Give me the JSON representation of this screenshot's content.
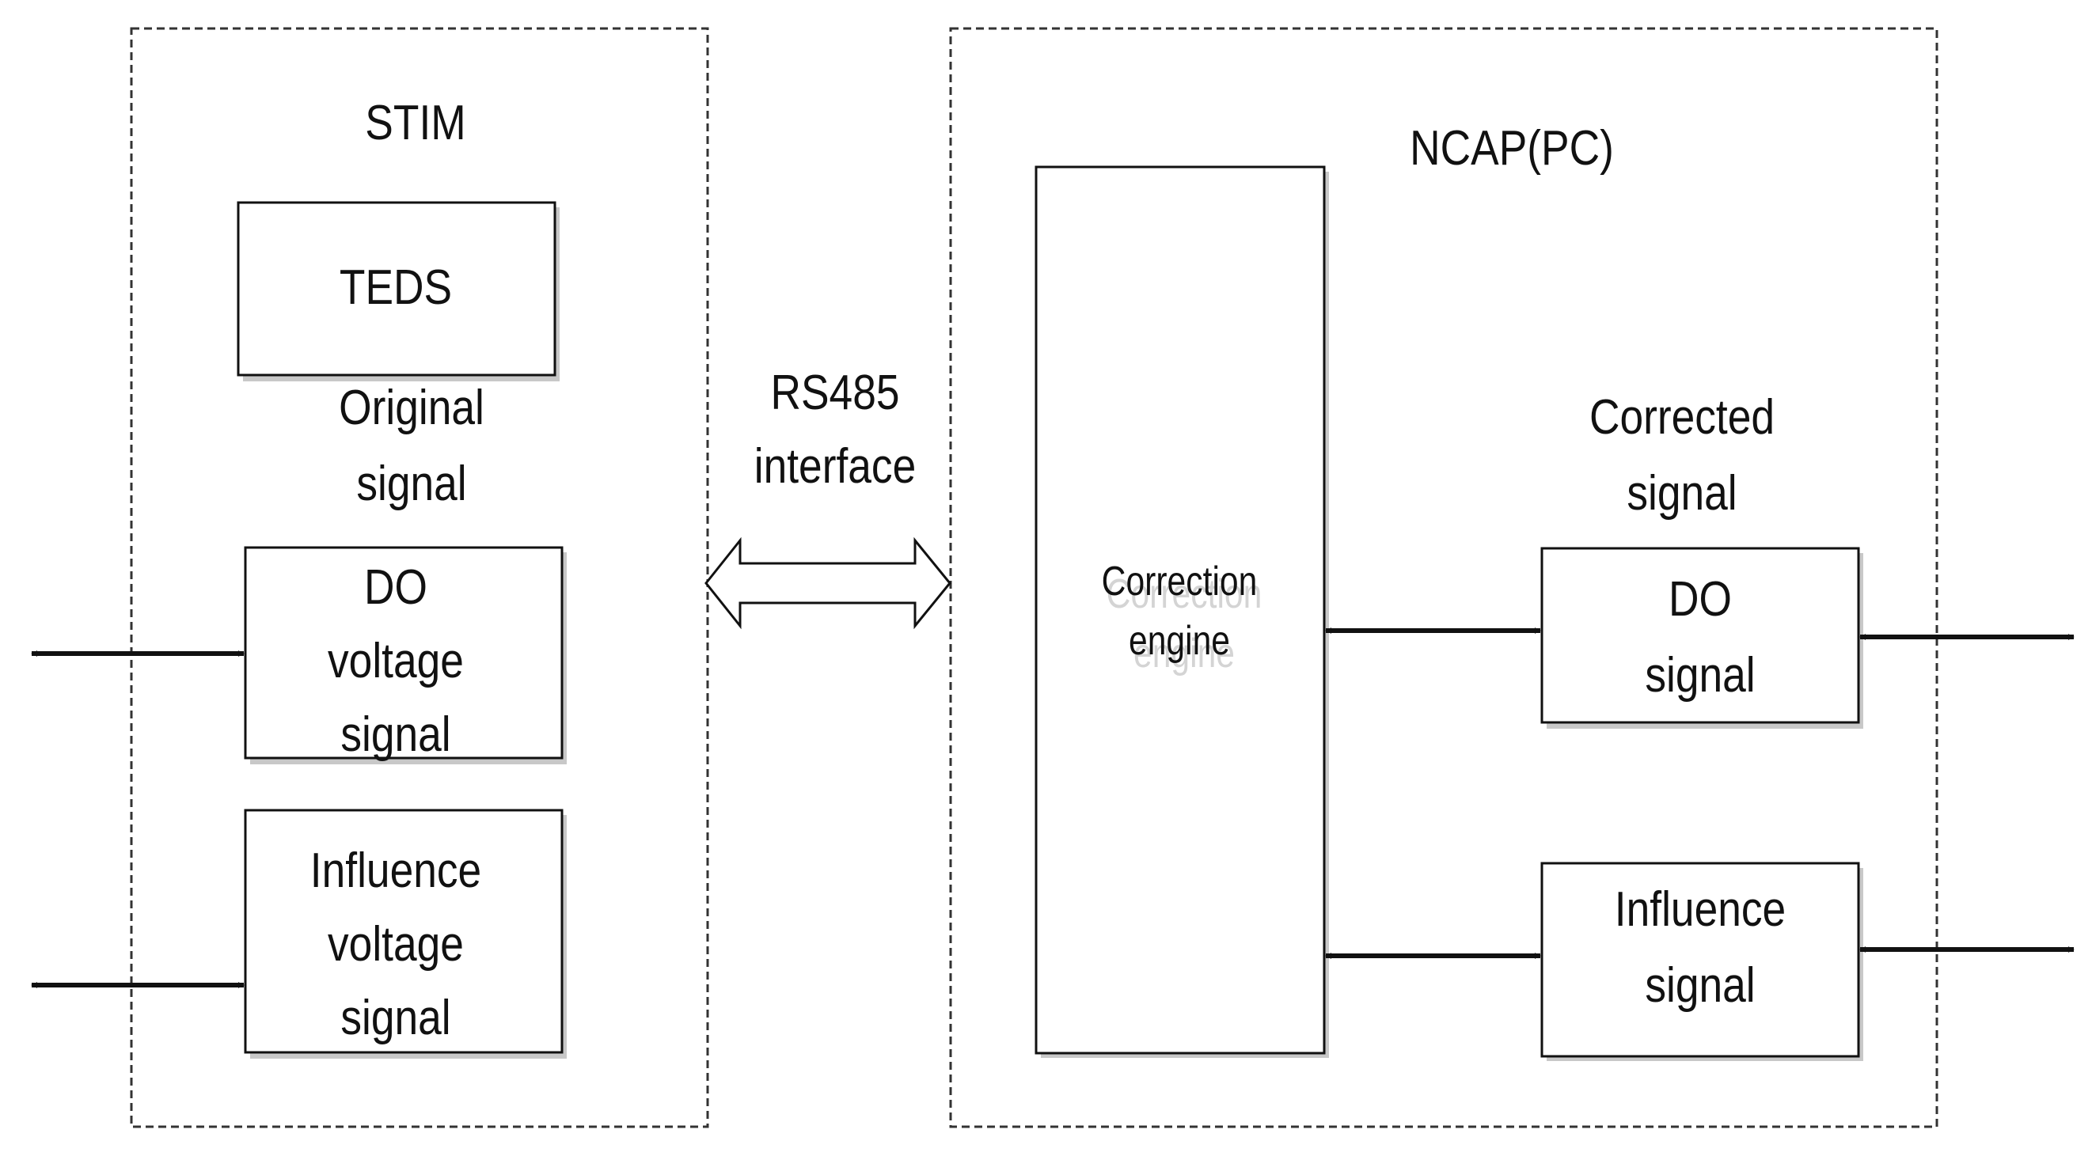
{
  "stim": {
    "title": "STIM",
    "teds": "TEDS",
    "original_signal": [
      "Original",
      "signal"
    ],
    "do_voltage_signal": [
      "DO",
      "voltage",
      "signal"
    ],
    "influence_voltage_signal": [
      "Influence",
      "voltage",
      "signal"
    ]
  },
  "interface": {
    "label": [
      "RS485",
      "interface"
    ]
  },
  "ncap": {
    "title": "NCAP(PC)",
    "correction_engine": [
      "Correction",
      "engine"
    ],
    "corrected_signal": [
      "Corrected",
      "signal"
    ],
    "do_signal": [
      "DO",
      "signal"
    ],
    "influence_signal": [
      "Influence",
      "signal"
    ]
  },
  "colors": {
    "line": "#111111",
    "dash": "#333333",
    "box_shadow": "#c8c8c8"
  }
}
